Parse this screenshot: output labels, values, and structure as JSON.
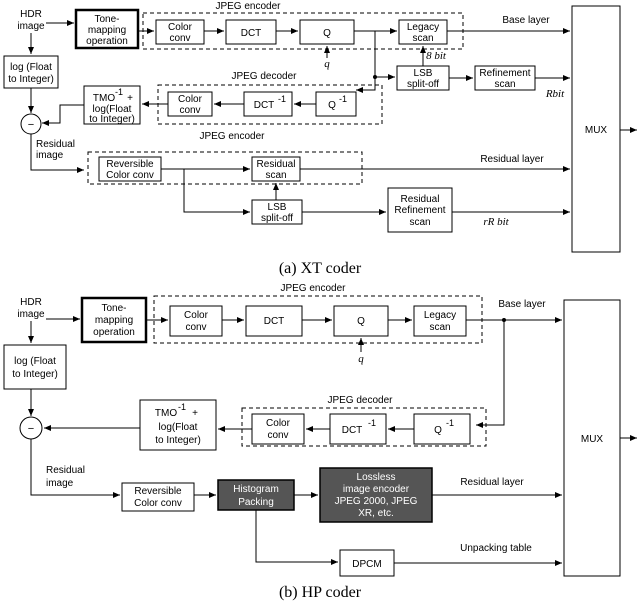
{
  "xt": {
    "hdr_image": [
      "HDR",
      "image"
    ],
    "tone_mapping": [
      "Tone-",
      "mapping",
      "operation"
    ],
    "jpeg_encoder": "JPEG encoder",
    "color_conv": [
      "Color",
      "conv"
    ],
    "dct": "DCT",
    "q": "Q",
    "q_input": "q",
    "legacy_scan": [
      "Legacy",
      "scan"
    ],
    "bit8": "8 bit",
    "base_layer": "Base layer",
    "log_float": [
      "log (Float",
      "to Integer)"
    ],
    "tmo_log": [
      "TMO",
      "-1",
      " +",
      "log(Float",
      "to Integer)"
    ],
    "jpeg_decoder": "JPEG decoder",
    "dct_inv": [
      "DCT",
      "-1"
    ],
    "q_inv": [
      "Q",
      "-1"
    ],
    "lsb_split": [
      "LSB",
      "split-off"
    ],
    "refinement_scan": [
      "Refinement",
      "scan"
    ],
    "rbit": "Rbit",
    "jpeg_encoder_2": "JPEG encoder",
    "residual_image": [
      "Residual",
      "image"
    ],
    "reversible_color": [
      "Reversible",
      "Color conv"
    ],
    "residual_scan": [
      "Residual",
      "scan"
    ],
    "residual_layer": "Residual layer",
    "lsb_split_2": [
      "LSB",
      "split-off"
    ],
    "residual_refinement": [
      "Residual",
      "Refinement",
      "scan"
    ],
    "r_rbit": "rR bit",
    "mux": "MUX",
    "minus": "−",
    "caption": "(a) XT coder"
  },
  "hp": {
    "hdr_image": [
      "HDR",
      "image"
    ],
    "tone_mapping": [
      "Tone-",
      "mapping",
      "operation"
    ],
    "jpeg_encoder": "JPEG encoder",
    "color_conv": [
      "Color",
      "conv"
    ],
    "dct": "DCT",
    "q": "Q",
    "legacy_scan": [
      "Legacy",
      "scan"
    ],
    "base_layer": "Base layer",
    "q_input": "q",
    "log_float": [
      "log (Float",
      "to Integer)"
    ],
    "jpeg_decoder": "JPEG decoder",
    "tmo_log": [
      "TMO",
      "-1",
      " +",
      "log(Float",
      "to Integer)"
    ],
    "color_conv_2": [
      "Color",
      "conv"
    ],
    "dct_inv": [
      "DCT",
      "-1"
    ],
    "q_inv": [
      "Q",
      "-1"
    ],
    "mux": "MUX",
    "residual_image": [
      "Residual",
      "image"
    ],
    "reversible_color": [
      "Reversible",
      "Color conv"
    ],
    "histogram_packing": [
      "Histogram",
      "Packing"
    ],
    "lossless": [
      "Lossless",
      "image encoder",
      "JPEG 2000, JPEG",
      "XR, etc."
    ],
    "residual_layer": "Residual layer",
    "unpacking_table": "Unpacking table",
    "dpcm": "DPCM",
    "minus": "−",
    "caption": "(b) HP coder"
  }
}
